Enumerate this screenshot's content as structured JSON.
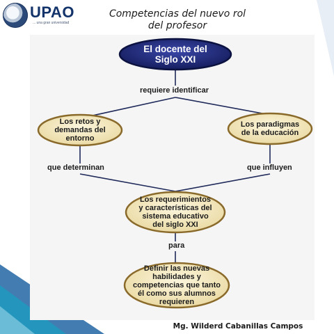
{
  "logo": {
    "name": "UPAO",
    "tagline": "... una gran universidad"
  },
  "slide": {
    "title_line1": "Competencias del nuevo rol",
    "title_line2": "del profesor",
    "author": "Mg. Wilderd Cabanillas Campos"
  },
  "diagram": {
    "top_node": {
      "line1": "El docente del",
      "line2": "Siglo XXI"
    },
    "labels": {
      "requiere": "requiere identificar",
      "determinan": "que determinan",
      "influyen": "que influyen",
      "para": "para"
    },
    "left_node": {
      "line1": "Los retos y",
      "line2": "demandas del",
      "line3": "entorno"
    },
    "right_node": {
      "line1": "Los paradigmas",
      "line2": "de la educación"
    },
    "middle_node": {
      "line1": "Los requerimientos",
      "line2": "y características del",
      "line3": "sistema educativo",
      "line4": "del siglo XXI"
    },
    "bottom_node": {
      "line1": "Definir las nuevas",
      "line2": "habilidades y",
      "line3": "competencias que tanto",
      "line4": "él como sus alumnos",
      "line5": "requieren"
    }
  },
  "colors": {
    "top_node_fill": "#1f2a78",
    "node_fill": "#f3e7bf",
    "node_border": "#8a6a2a",
    "line_color": "#1f2a5a",
    "decor_blue": "#3e7fb8",
    "decor_teal": "#2fa3c2"
  }
}
